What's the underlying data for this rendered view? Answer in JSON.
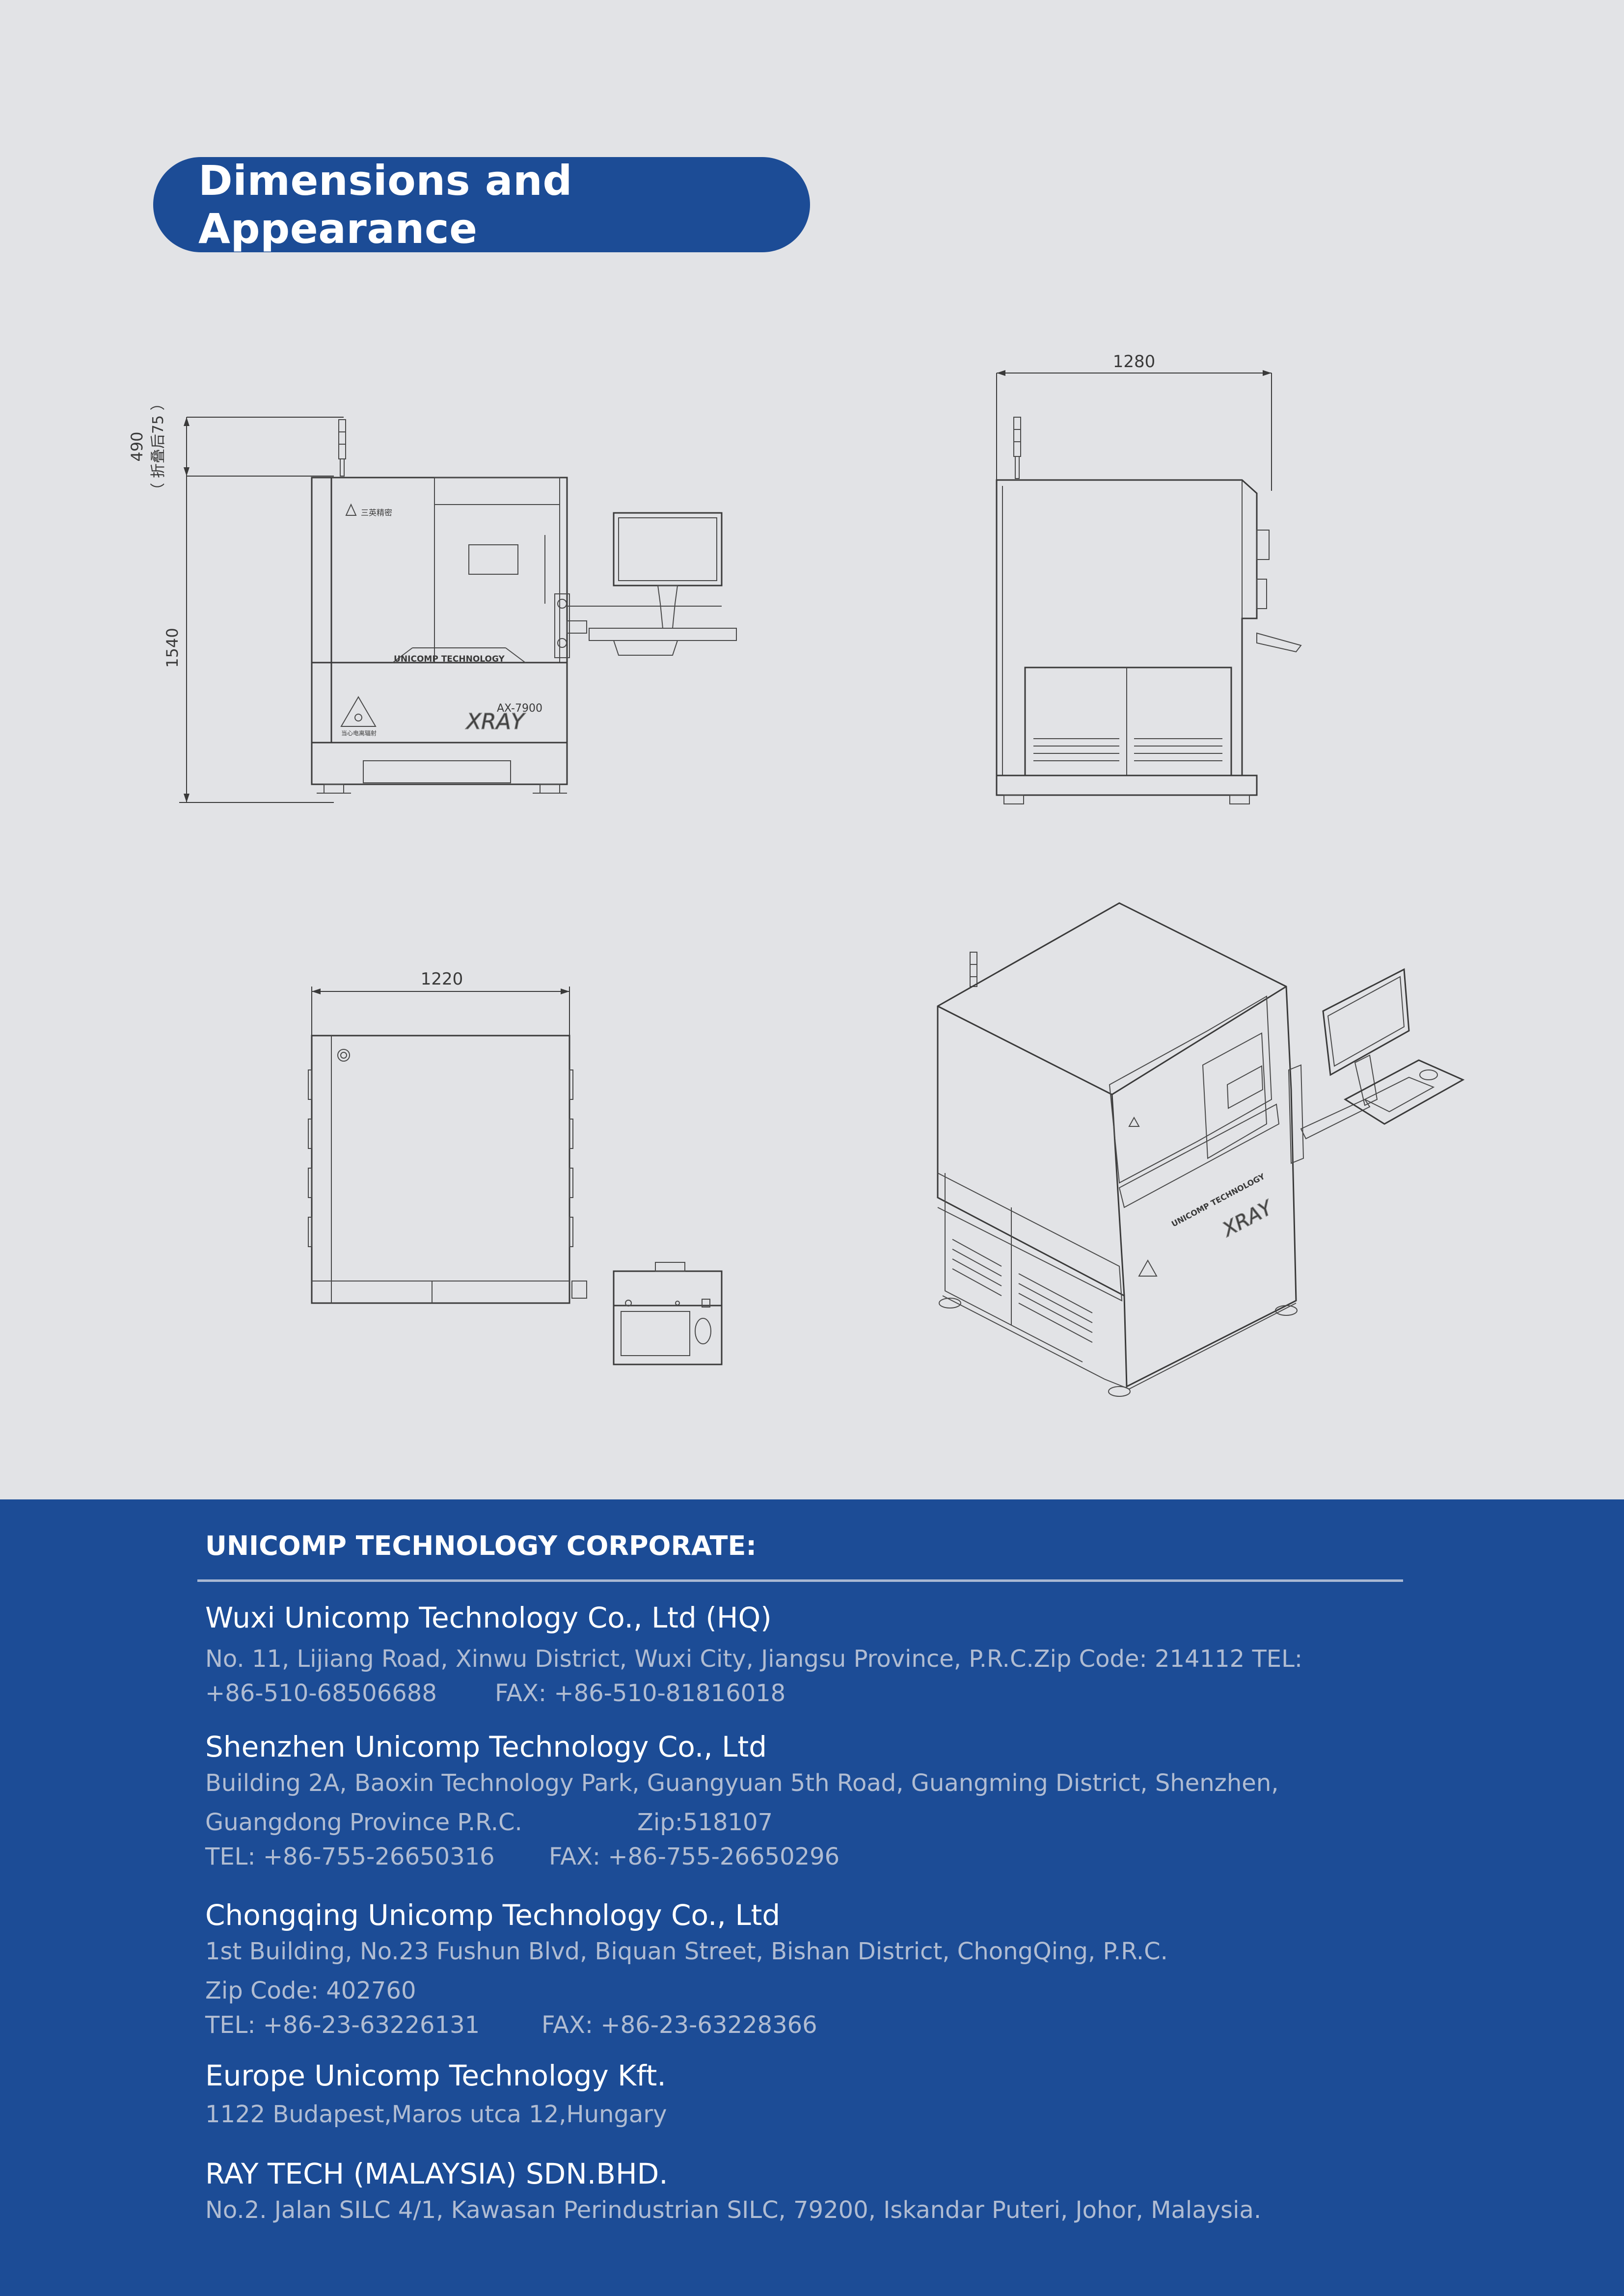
{
  "header": {
    "title": "Dimensions and Appearance"
  },
  "drawings": {
    "front_height": "1540",
    "front_tower_height": "490",
    "front_tower_note": "（ 折叠后75 ）",
    "side_width": "1280",
    "top_width": "1220",
    "panel_brand": "UNICOMP TECHNOLOGY",
    "panel_model": "AX-7900",
    "panel_logo": "XRAY",
    "panel_cn_logo": "三英精密",
    "warning_label": "当心电离辐射"
  },
  "footer": {
    "heading": "UNICOMP TECHNOLOGY CORPORATE:",
    "companies": [
      {
        "name": "Wuxi Unicomp Technology Co., Ltd (HQ)",
        "line1": "No. 11, Lijiang Road, Xinwu District, Wuxi City, Jiangsu Province, P.R.C.Zip Code: 214112 TEL:",
        "tel": "+86-510-68506688",
        "fax": "FAX: +86-510-81816018"
      },
      {
        "name": "Shenzhen Unicomp Technology Co., Ltd",
        "line1": "Building 2A, Baoxin Technology Park, Guangyuan 5th Road,  Guangming District, Shenzhen,",
        "line2a": "Guangdong Province P.R.C.",
        "line2b": "Zip:518107",
        "tel": "TEL: +86-755-26650316",
        "fax": "FAX: +86-755-26650296"
      },
      {
        "name": "Chongqing Unicomp Technology Co., Ltd",
        "line1": "1st  Building,  No.23 Fushun Blvd, Biquan Street, Bishan District, ChongQing, P.R.C.",
        "line2": "Zip Code: 402760",
        "tel": "TEL: +86-23-63226131",
        "fax": "FAX: +86-23-63228366"
      },
      {
        "name": "Europe Unicomp Technology Kft.",
        "line1": "1122 Budapest,Maros utca 12,Hungary"
      },
      {
        "name": "RAY TECH (MALAYSIA) SDN.BHD.",
        "line1": "No.2. Jalan SILC 4/1, Kawasan Perindustrian SILC, 79200, Iskandar Puteri, Johor, Malaysia."
      }
    ]
  }
}
